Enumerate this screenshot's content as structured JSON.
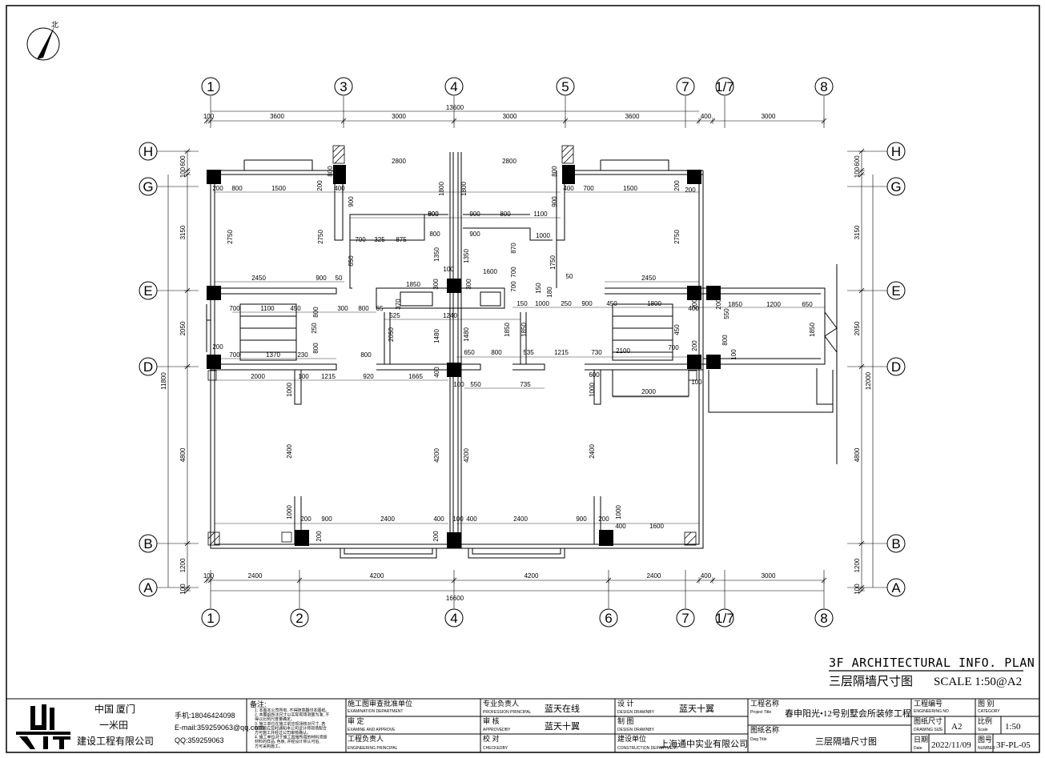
{
  "north_label": "北",
  "grid_top": [
    "1",
    "3",
    "4",
    "5",
    "7",
    "1/7",
    "8"
  ],
  "grid_bottom": [
    "1",
    "2",
    "4",
    "6",
    "7",
    "1/7",
    "8"
  ],
  "grid_rows": [
    "H",
    "G",
    "E",
    "D",
    "B",
    "A"
  ],
  "dims_top_total": "13600",
  "dims_top": [
    "100",
    "3600",
    "3000",
    "3000",
    "3600",
    "400",
    "3000"
  ],
  "dims_bottom_total": "16600",
  "dims_bottom": [
    "100",
    "2400",
    "4200",
    "4200",
    "2400",
    "400",
    "3000"
  ],
  "dims_left_total": "11800",
  "dims_left": [
    "600",
    "100",
    "3150",
    "2050",
    "4800",
    "1200",
    "100"
  ],
  "dims_right_total": "12000",
  "dims_right": [
    "600",
    "100",
    "3150",
    "2050",
    "4800",
    "1200",
    "100"
  ],
  "interior_dims": {
    "d2800a": "2800",
    "d2800b": "2800",
    "d800a": "800",
    "d800b": "800",
    "d1800a": "1800",
    "d1800b": "1800",
    "d200a": "200",
    "d800c": "800",
    "d1500a": "1500",
    "d200b": "200",
    "d400a": "400",
    "d400b": "400",
    "d700a": "700",
    "d1500b": "1500",
    "d200c": "200",
    "d200d": "200",
    "d900a": "900",
    "d900b": "900",
    "d800d": "800",
    "d1100a": "1100",
    "d900c": "900",
    "d900d": "900",
    "d700b": "700",
    "d325": "325",
    "d875": "875",
    "d800e": "800",
    "d800f": "800",
    "d900e": "900",
    "d1000a": "1000",
    "d2750a": "2750",
    "d2750b": "2750",
    "d2750c": "2750",
    "d650a": "650",
    "d1350a": "1350",
    "d1350b": "1350",
    "d870": "870",
    "d1750": "1750",
    "d2450a": "2450",
    "d2450b": "2450",
    "d900f": "900",
    "d50a": "50",
    "d50b": "50",
    "d1850a": "1850",
    "d100a": "100",
    "d300a": "300",
    "d300b": "300",
    "d1600a": "1600",
    "d700c": "700",
    "d700d": "700",
    "d150a": "150",
    "d180": "180",
    "d700e": "700",
    "d1100b": "1100",
    "d450a": "450",
    "d800g": "800",
    "d300c": "300",
    "d800h": "800",
    "d65": "65",
    "d370": "370",
    "d525": "525",
    "d1240": "1240",
    "d150b": "150",
    "d1000b": "1000",
    "d250": "250",
    "d900g": "900",
    "d450b": "450",
    "d1800c": "1800",
    "d200e": "200",
    "d400c": "400",
    "d200f": "200",
    "d1850b": "1850",
    "d1200a": "1200",
    "d650b": "650",
    "d2050a": "2050",
    "d1480a": "1480",
    "d1480b": "1480",
    "d1850c": "1850",
    "d1850d": "1850",
    "d450c": "450",
    "d550a": "550",
    "d1850e": "1850",
    "d200g": "200",
    "d700f": "700",
    "d1370": "1370",
    "d230": "230",
    "d800i": "800",
    "d250b": "250",
    "d800j": "800",
    "d650c": "650",
    "d800k": "800",
    "d535": "535",
    "d1215a": "1215",
    "d730": "730",
    "d2100": "2100",
    "d700g": "700",
    "d200h": "200",
    "d100b": "100",
    "d800l": "800",
    "d2000a": "2000",
    "d100c": "100",
    "d1215b": "1215",
    "d920": "920",
    "d1665": "1665",
    "d400d": "400",
    "d100d": "100",
    "d550b": "550",
    "d735": "735",
    "d600a": "600",
    "d2000b": "2000",
    "d100e": "100",
    "d1000c": "1000",
    "d1000d": "1000",
    "d2400a": "2400",
    "d4200a": "4200",
    "d4200b": "4200",
    "d2400b": "2400",
    "d1000e": "1000",
    "d1000f": "1000",
    "d200i": "200",
    "d900h": "900",
    "d2400c": "2400",
    "d400e": "400",
    "d100f": "100",
    "d400f": "400",
    "d2400d": "2400",
    "d900i": "900",
    "d200j": "200",
    "d1600b": "1600",
    "d400g": "400",
    "d200k": "200",
    "d200l": "200"
  },
  "title_en": "3F ARCHITECTURAL INFO. PLAN",
  "title_cn": "三层隔墙尺寸图",
  "title_scale": "SCALE 1:50@A2",
  "titleblock": {
    "company_line1": "中国 厦门",
    "company_line2": "一米田",
    "company_line3": "建设工程有限公司",
    "phone": "手机:18046424098",
    "email": "E-mail:359259063@qq.com",
    "qq": "QQ:359259063",
    "notes_label": "备注:",
    "notes": [
      "1. 本图本公司所有, 不得随意翻印本图纸。",
      "2. 本图纸所注尺寸以实际现场测量为准, 不",
      "   得以比例尺度量确定。",
      "3. 施工单位在施工前应现场核对尺寸, 若",
      "   有误差应及时通知本公司设计师现场配合",
      "   方可施工并经过公司审核确认。",
      "4. 施工单位对于施工直接所用的材料须按",
      "   材料的样品, 色板, 并经设计师认可后,",
      "   方可采购施工。"
    ],
    "approval_unit": "施工图审查批准单位",
    "approval_unit_en": "EXAMINATION DEPARTMENT",
    "examine": "审    定",
    "examine_en": "EXAMINE AND APPROVE",
    "eng_principal": "工程负责人",
    "eng_principal_en": "ENGINEERING PRINCIPAL",
    "prof_principal": "专业负责人",
    "prof_principal_en": "PROFESSION PRINCIPAL",
    "prof_principal_val": "蓝天在线",
    "approved": "审    核",
    "approved_en": "APPROVEDBY",
    "approved_val": "蓝天十翼",
    "checked": "校    对",
    "checked_en": "CHECKEDBY",
    "design": "设    计",
    "design_en": "DESIGN DRAWNBY",
    "design_val": "蓝天十翼",
    "drawn": "制    图",
    "drawn_en": "DESIGN DRAWNBY",
    "build_unit": "建设单位",
    "build_unit_en": "CONSTRUCTION DEPARTMENT",
    "build_unit_val": "上海通中实业有限公司",
    "project_name": "工程名称",
    "project_title_en": "Project Title",
    "project_val": "春申阳光•12号别墅会所装修工程",
    "dwg_name": "图纸名称",
    "dwg_title_en": "Dwg Title",
    "dwg_val": "三层隔墙尺寸图",
    "eng_no": "工程编号",
    "eng_no_en": "ENGINEERING NO",
    "category": "图 别",
    "category_en": "CATEGORY",
    "size_label": "图纸尺寸",
    "size_en": "DRAWING SIZE",
    "size_val": "A2",
    "scale_label": "比例",
    "scale_en": "Scale",
    "scale_val": "1:50",
    "date_label": "日期",
    "date_en": "Date",
    "date_val": "2022/11/09",
    "num_label": "图号",
    "num_en": "NUMBER",
    "num_val": "3F-PL-05"
  }
}
